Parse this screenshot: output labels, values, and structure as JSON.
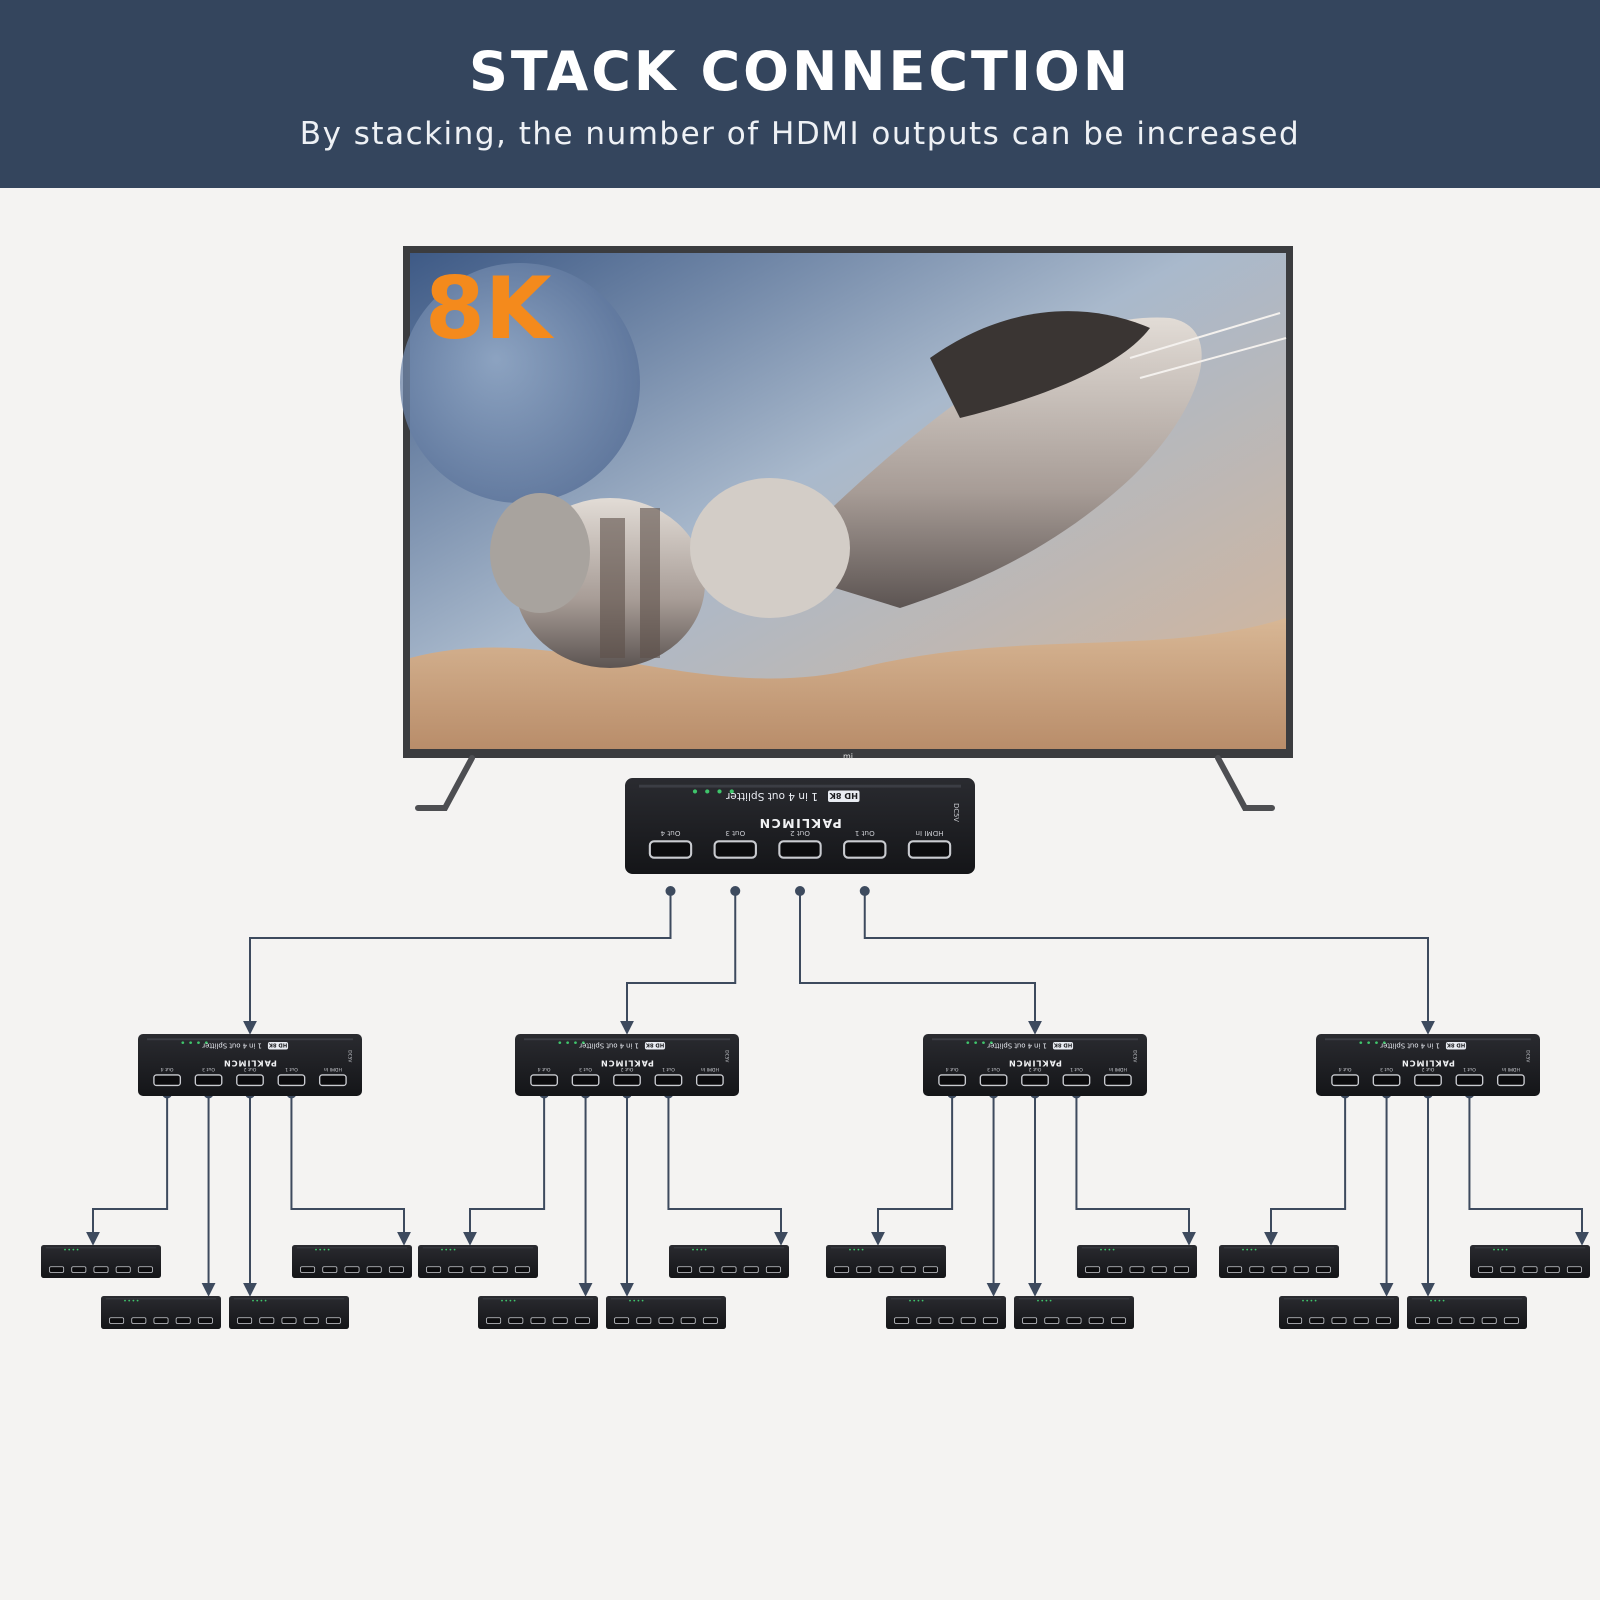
{
  "header": {
    "title": "STACK CONNECTION",
    "subtitle": "By stacking, the number of HDMI outputs can be increased"
  },
  "tv": {
    "resolution_badge": "8K",
    "brand_logo": "mi"
  },
  "splitter": {
    "brand": "PAKLIMCN",
    "model_badge": "HD 8K",
    "model_text": "1 in 4 out Splitter",
    "dc_label": "DC5V",
    "port_labels": [
      "Out 4",
      "Out 3",
      "Out 2",
      "Out 1",
      "HDMI In"
    ],
    "led_count": 4
  },
  "topology": {
    "levels": 3,
    "outputs_per_splitter": 4
  },
  "colors": {
    "banner": "#34455d",
    "background": "#f4f3f2",
    "connector_line": "#3d4a5e",
    "splitter_body": "#1b1c1f",
    "badge_orange": "#f48a1c"
  }
}
